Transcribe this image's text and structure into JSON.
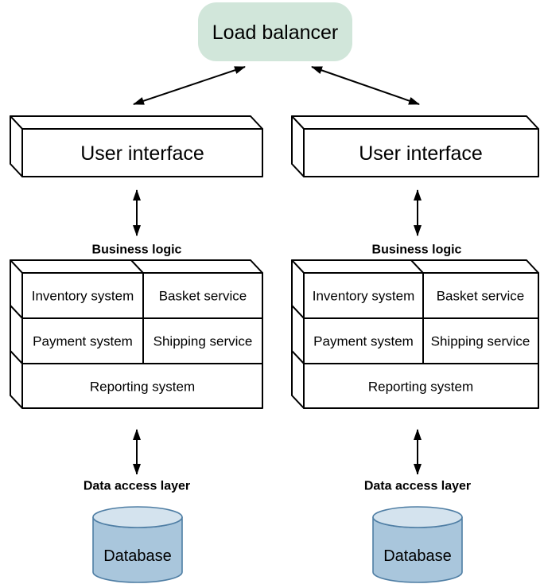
{
  "load_balancer": {
    "label": "Load balancer"
  },
  "clusters": [
    {
      "user_interface_label": "User interface",
      "business_logic_title": "Business logic",
      "services": [
        "Inventory system",
        "Basket service",
        "Payment system",
        "Shipping service",
        "Reporting system"
      ],
      "data_access_title": "Data access layer",
      "database_label": "Database"
    },
    {
      "user_interface_label": "User interface",
      "business_logic_title": "Business logic",
      "services": [
        "Inventory system",
        "Basket service",
        "Payment system",
        "Shipping service",
        "Reporting system"
      ],
      "data_access_title": "Data access layer",
      "database_label": "Database"
    }
  ],
  "colors": {
    "background": "#ffffff",
    "load_balancer_fill": "#d1e6da",
    "node_fill": "#ffffff",
    "node_stroke": "#000000",
    "arrow_color": "#000000",
    "text_color": "#000000",
    "database_body_fill": "#a9c6dc",
    "database_top_fill": "#d4e3ee",
    "database_stroke": "#4f7ea4"
  }
}
